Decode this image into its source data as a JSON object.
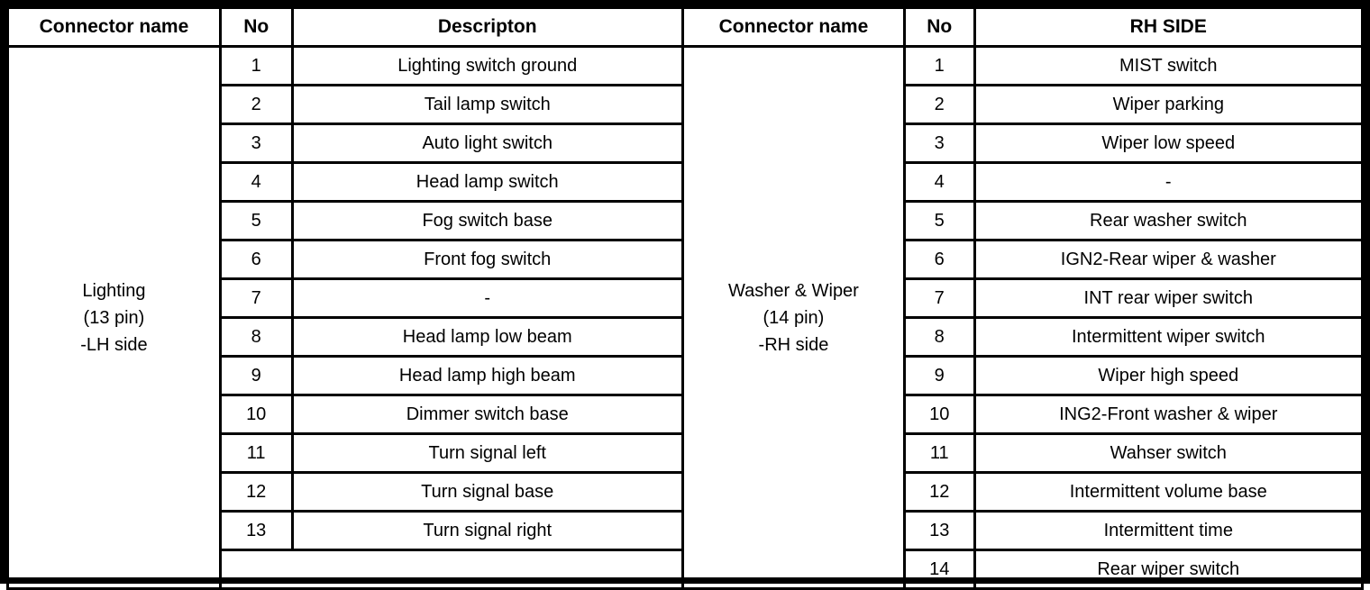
{
  "table": {
    "headers": {
      "left": {
        "connector": "Connector name",
        "no": "No",
        "description": "Descripton"
      },
      "right": {
        "connector": "Connector name",
        "no": "No",
        "description": "RH SIDE"
      }
    },
    "left": {
      "connector": {
        "name": "Lighting",
        "pin": "(13 pin)",
        "side": "-LH side"
      },
      "rows": [
        {
          "no": "1",
          "desc": "Lighting switch ground"
        },
        {
          "no": "2",
          "desc": "Tail lamp switch"
        },
        {
          "no": "3",
          "desc": "Auto light switch"
        },
        {
          "no": "4",
          "desc": "Head lamp switch"
        },
        {
          "no": "5",
          "desc": "Fog switch base"
        },
        {
          "no": "6",
          "desc": "Front fog switch"
        },
        {
          "no": "7",
          "desc": "-"
        },
        {
          "no": "8",
          "desc": "Head lamp low beam"
        },
        {
          "no": "9",
          "desc": "Head lamp high beam"
        },
        {
          "no": "10",
          "desc": "Dimmer switch base"
        },
        {
          "no": "11",
          "desc": "Turn signal left"
        },
        {
          "no": "12",
          "desc": "Turn signal base"
        },
        {
          "no": "13",
          "desc": "Turn signal right"
        }
      ],
      "empty_row": ""
    },
    "right": {
      "connector": {
        "name": "Washer & Wiper",
        "pin": "(14 pin)",
        "side": "-RH side"
      },
      "rows": [
        {
          "no": "1",
          "desc": "MIST switch"
        },
        {
          "no": "2",
          "desc": "Wiper parking"
        },
        {
          "no": "3",
          "desc": "Wiper low speed"
        },
        {
          "no": "4",
          "desc": "-"
        },
        {
          "no": "5",
          "desc": "Rear washer switch"
        },
        {
          "no": "6",
          "desc": "IGN2-Rear wiper & washer"
        },
        {
          "no": "7",
          "desc": "INT rear wiper switch"
        },
        {
          "no": "8",
          "desc": "Intermittent wiper switch"
        },
        {
          "no": "9",
          "desc": "Wiper high speed"
        },
        {
          "no": "10",
          "desc": "ING2-Front washer & wiper"
        },
        {
          "no": "11",
          "desc": "Wahser switch"
        },
        {
          "no": "12",
          "desc": "Intermittent volume base"
        },
        {
          "no": "13",
          "desc": "Intermittent time"
        },
        {
          "no": "14",
          "desc": "Rear wiper switch"
        }
      ]
    },
    "colors": {
      "border": "#000000",
      "background": "#ffffff",
      "text": "#000000"
    }
  }
}
